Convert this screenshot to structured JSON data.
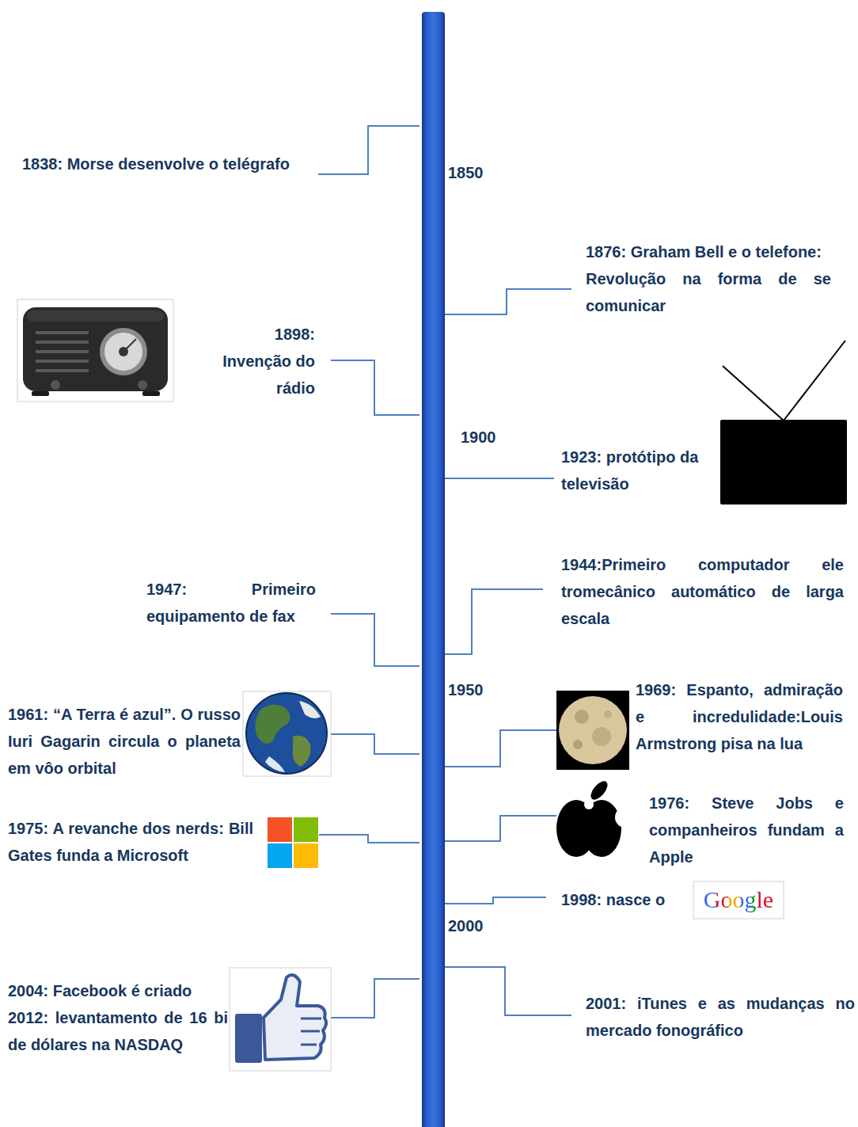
{
  "diagram": {
    "labels": [
      "1838: Morse desenvolve o telégrafo",
      "1850",
      "1876: Graham Bell e o telefone:",
      "Revolução na forma de se comunicar",
      "1898: Invenção do rádio",
      "1900",
      "1923: protótipo da televisão",
      "1944:Primeiro computador ele tromecânico automático de larga escala",
      "1947: Primeiro equipamento de fax",
      "1950",
      "1961: “A Terra é azul”. O russo Iuri Gagarin circula o planeta em vôo orbital",
      "1969: Espanto, admiração e incredulidade:Louis Armstrong pisa na lua",
      "1975: A revanche dos nerds: Bill Gates funda a Microsoft",
      "1976: Steve Jobs e companheiros fundam a Apple",
      "1998: nasce o",
      "Google",
      "2000",
      "2004: Facebook é criado",
      "2012: levantamento de 16 bi de dólares na NASDAQ",
      "2001: iTunes e as mudanças no mercado fonográfico"
    ]
  }
}
